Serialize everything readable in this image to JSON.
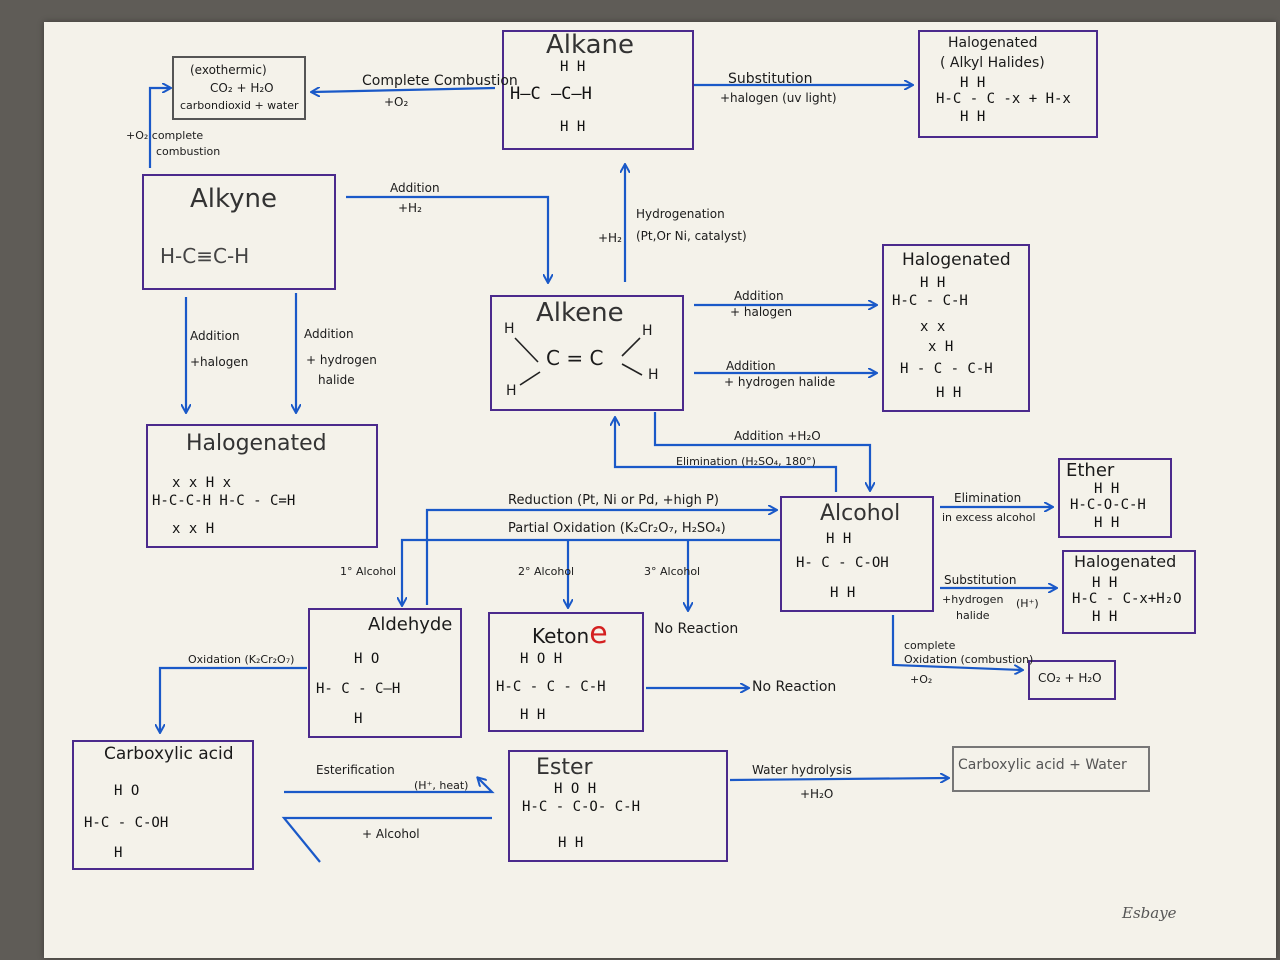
{
  "accent_colors": {
    "box_border": "#4b2a8c",
    "arrow": "#1a59c8",
    "paper": "#f4f2ea",
    "red_letter": "#d42020"
  },
  "nodes": {
    "alkane": {
      "title": "Alkane",
      "f1": "H  H",
      "f2": "H—C —C—H",
      "f3": "H  H"
    },
    "combustion_top": {
      "l1": "(exothermic)",
      "l2": "CO₂ + H₂O",
      "l3": "carbondioxid + water"
    },
    "halogenated_alkyl": {
      "title": "Halogenated",
      "subtitle": "( Alkyl Halides)",
      "f1": "H  H",
      "f2": "H-C - C -x + H-x",
      "f3": "H  H"
    },
    "alkyne": {
      "title": "Alkyne",
      "formula": "H-C≡C-H"
    },
    "alkene": {
      "title": "Alkene",
      "h_tl": "H",
      "h_tr": "H",
      "h_bl": "H",
      "h_br": "H",
      "cc": "C = C"
    },
    "halogenated_alkene": {
      "title": "Halogenated",
      "f1": "H  H",
      "f2": "H-C - C-H",
      "f3": "x  x",
      "f4": "x  H",
      "f5": "H - C - C-H",
      "f6": "H  H"
    },
    "halogenated_alkyne": {
      "title": "Halogenated",
      "f1": "x x     H x",
      "f2": "H-C-C-H   H-C - C=H",
      "f3": "x x     H"
    },
    "ether": {
      "title": "Ether",
      "f1": "H    H",
      "f2": "H-C-O-C-H",
      "f3": "H    H"
    },
    "alcohol": {
      "title": "Alcohol",
      "f1": "H  H",
      "f2": "H- C - C-OH",
      "f3": "H  H"
    },
    "halogenated_alcohol": {
      "title": "Halogenated",
      "f1": "H  H",
      "f2": "H-C - C-x+H₂O",
      "f3": "H  H"
    },
    "aldehyde": {
      "title": "Aldehyde",
      "f1": "H    O",
      "f2": "H- C - C—H",
      "f3": "H"
    },
    "ketone": {
      "title_a": "Keton",
      "title_b": "e",
      "f1": "H  O  H",
      "f2": "H-C - C - C-H",
      "f3": "H     H"
    },
    "combustion_alcohol": {
      "text": "CO₂ + H₂O"
    },
    "carboxylic": {
      "title": "Carboxylic acid",
      "f1": "H   O",
      "f2": "H-C - C-OH",
      "f3": "H"
    },
    "ester": {
      "title": "Ester",
      "f1": "H  O      H",
      "f2": "H-C - C-O- C-H",
      "f3": "H          H"
    },
    "carboxylic_water": {
      "text": "Carboxylic acid + Water"
    }
  },
  "labels": {
    "complete_combustion": "Complete Combustion",
    "o2_top": "+O₂",
    "substitution_top": "Substitution",
    "halogen_uv": "+halogen  (uv light)",
    "o2_left": "+O₂ complete",
    "combustion_left": "combustion",
    "addition_h2": "Addition",
    "h2_a": "+H₂",
    "hydrogenation": "Hydrogenation",
    "catalyst": "(Pt,Or Ni, catalyst)",
    "h2_b": "+H₂",
    "addition_l1": "Addition",
    "thalogen": "+halogen",
    "addition_l2": "Addition",
    "hydrogen_halide_l": "+ hydrogen",
    "halide_l": "halide",
    "addition_r1": "Addition",
    "halogen_r1": "+ halogen",
    "addition_r2": "Addition",
    "hydrogen_halide_r": "+ hydrogen halide",
    "addition_h2o": "Addition  +H₂O",
    "elimination": "Elimination (H₂SO₄, 180°)",
    "reduction": "Reduction (Pt, Ni or Pd, +high P)",
    "partial_oxidation": "Partial Oxidation (K₂Cr₂O₇, H₂SO₄)",
    "primary": "1° Alcohol",
    "secondary": "2° Alcohol",
    "tertiary": "3° Alcohol",
    "no_reaction_1": "No Reaction",
    "elimination_excess": "Elimination",
    "in_excess": "in excess alcohol",
    "substitution_b": "Substitution",
    "hydrogen_b": "+hydrogen",
    "halide_b": "halide",
    "h_plus": "(H⁺)",
    "complete_ox": "complete",
    "oxidation_comb": "Oxidation (combustion)",
    "o2_bottom": "+O₂",
    "oxidation": "Oxidation (K₂Cr₂O₇)",
    "no_reaction_2": "No Reaction",
    "esterification": "Esterification",
    "h_heat": "(H⁺, heat)",
    "plus_alcohol": "+ Alcohol",
    "water_hydrolysis": "Water hydrolysis",
    "h2o": "+H₂O",
    "signature": "Esbaye"
  }
}
